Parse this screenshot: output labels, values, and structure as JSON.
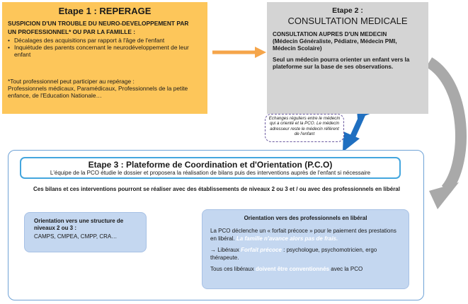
{
  "step1": {
    "title": "Etape 1 : REPERAGE",
    "subtitle_line1": "SUSPICION D'UN TROUBLE DU NEURO-DEVELOPPEMENT PAR",
    "subtitle_line2": "UN PROFESSIONNEL* OU PAR LA FAMILLE :",
    "bullets": [
      "Décalages des acquisitions par rapport à l'âge de l'enfant",
      "Inquiétude des parents concernant le neurodéveloppement de leur enfant"
    ],
    "note_title": "*Tout professionnel peut participer au repérage :",
    "note_body": "Professionnels médicaux, Paramédicaux, Professionnels de la petite enfance, de l'Education Nationale…"
  },
  "step2": {
    "title": "Etape 2 :",
    "title2": "CONSULTATION MEDICALE",
    "p1_line1": "CONSULTATION AUPRES D'UN MEDECIN",
    "p1_line2": "(Médecin Généraliste, Pédiatre, Médecin PMI,",
    "p1_line3": "Médecin Scolaire)",
    "p2": "Seul un médecin pourra orienter un enfant vers la plateforme sur la base de ses observations."
  },
  "exchange_note": "Echanges réguliers entre le médecin qui a orienté et la PCO. Le médecin adresseur reste le médecin référent de l'enfant",
  "step3": {
    "title": "Etape 3 : Plateforme de Coordination et d'Orientation  (P.C.O)",
    "desc": "L'équipe de la PCO étudie le dossier et proposera la réalisation de bilans puis des interventions auprès de l'enfant si nécessaire",
    "main_text": "Ces bilans et ces interventions pourront se réaliser avec des établissements de niveaux 2 ou 3 et / ou avec des professionnels en libéral",
    "structure_title": "Orientation vers  une structure  de niveaux 2 ou 3 :",
    "structure_list": "CAMPS, CMPEA, CMPP, CRA…",
    "liberal_title": "Orientation vers des professionnels en libéral",
    "liberal_p1_a": "La PCO déclenche un « forfait précoce » pour le paiement des prestations en libéral. ",
    "liberal_p1_b": "La famille n'avance alors pas de frais.",
    "liberal_p2_a": "→ Libéraux ",
    "liberal_p2_b": "Forfait précoce",
    "liberal_p2_c": " : psychologue, psychomotricien, ergo thérapeute.",
    "liberal_p3_a": "Tous ces libéraux ",
    "liberal_p3_b": "doivent être conventionnés",
    "liberal_p3_c": " avec la PCO"
  },
  "colors": {
    "step1_bg": "#fdc65a",
    "step2_bg": "#d4d4d4",
    "orange_arrow": "#f5a54a",
    "blue_arrow": "#1f6fc0",
    "grey_arrow": "#a9a9a9",
    "inner_box_bg": "#c4d7f0",
    "pco_border": "#44a6de"
  }
}
